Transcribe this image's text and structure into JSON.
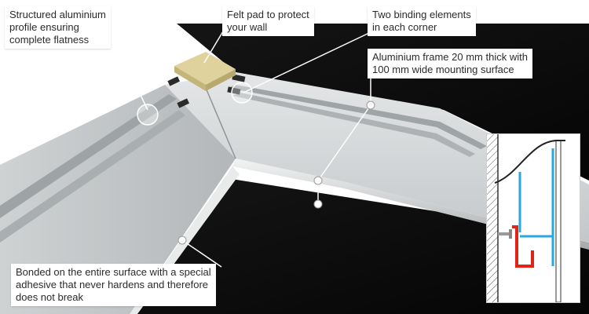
{
  "colors": {
    "background": "#ffffff",
    "wall_dark": "#0b0b0b",
    "frame_light": "#d9dcdd",
    "frame_mid": "#b9bdbf",
    "felt_pad": "#e0d29c",
    "profile_blue": "#2aa7df",
    "hook_red": "#e2231a",
    "leader": "#ffffff"
  },
  "callouts": {
    "structured_profile": {
      "line1": "Structured aluminium",
      "line2": "profile ensuring",
      "line3": "complete flatness"
    },
    "felt_pad": {
      "line1": "Felt pad to protect",
      "line2": "your wall"
    },
    "binding_elements": {
      "line1": "Two binding elements",
      "line2": "in each corner"
    },
    "frame_thickness": {
      "line1": "Aluminium frame 20 mm thick with",
      "line2": "100 mm wide mounting surface"
    },
    "bonded_surface": {
      "line1": "Bonded on the entire surface with a special",
      "line2": "adhesive that never hardens and therefore",
      "line3": "does not break"
    }
  },
  "inset": {
    "wall_icon": "hatched-wall-icon",
    "screw_icon": "screw-icon",
    "hook_icon": "wall-hook-icon",
    "profile_icon": "frame-profile-section-icon"
  }
}
